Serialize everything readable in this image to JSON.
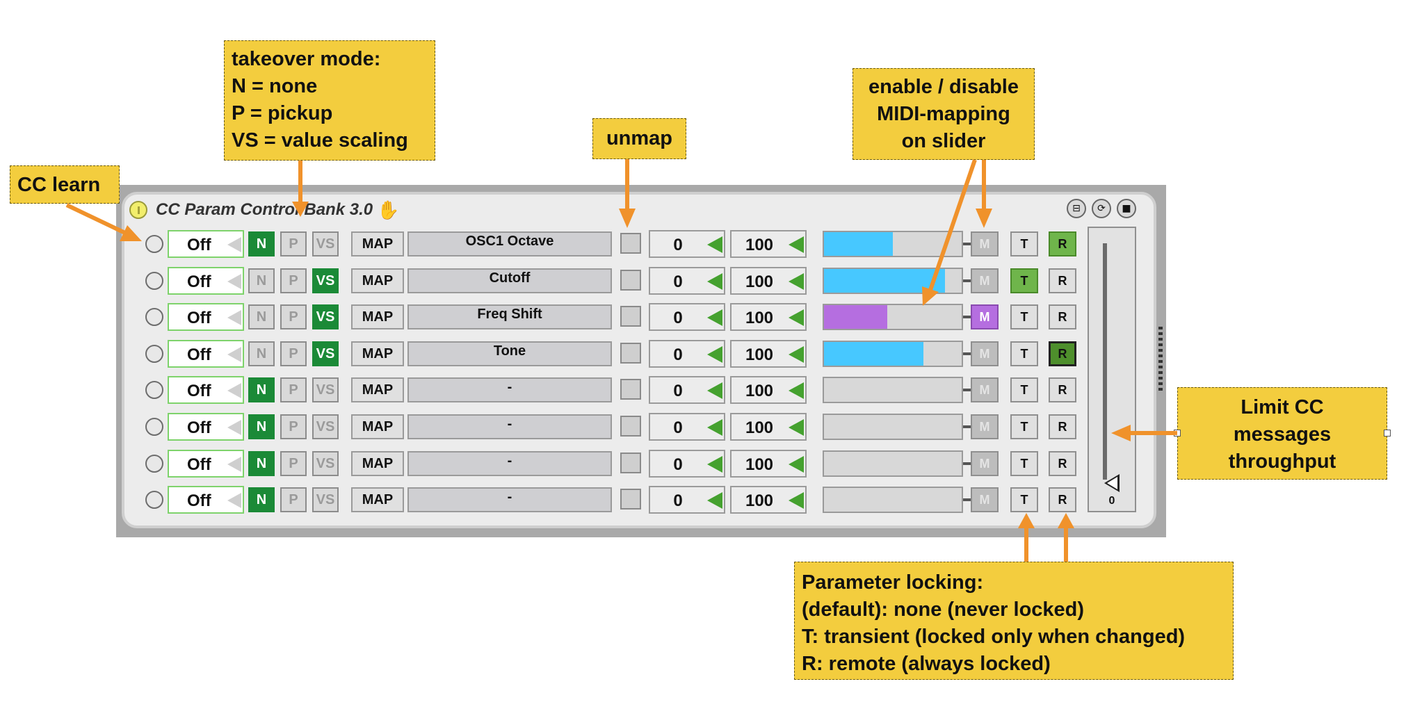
{
  "device": {
    "title": "CC Param Control Bank 3.0",
    "header_icons": [
      "fold-icon",
      "refresh-icon",
      "save-icon"
    ],
    "throughput": {
      "value": "0"
    }
  },
  "rows": [
    {
      "cc": "Off",
      "mode": "N",
      "map": "MAP",
      "param": "OSC1 Octave",
      "min": "0",
      "max": "100",
      "fill": 0.5,
      "fill_color": "#47c8ff",
      "m": "M",
      "m_on": false,
      "t": "T",
      "t_on": false,
      "r": "R",
      "r_state": "on"
    },
    {
      "cc": "Off",
      "mode": "VS",
      "map": "MAP",
      "param": "Cutoff",
      "min": "0",
      "max": "100",
      "fill": 0.88,
      "fill_color": "#47c8ff",
      "m": "M",
      "m_on": false,
      "t": "T",
      "t_on": true,
      "r": "R",
      "r_state": "off"
    },
    {
      "cc": "Off",
      "mode": "VS",
      "map": "MAP",
      "param": "Freq Shift",
      "min": "0",
      "max": "100",
      "fill": 0.46,
      "fill_color": "#b56ee0",
      "m": "M",
      "m_on": true,
      "t": "T",
      "t_on": false,
      "r": "R",
      "r_state": "off"
    },
    {
      "cc": "Off",
      "mode": "VS",
      "map": "MAP",
      "param": "Tone",
      "min": "0",
      "max": "100",
      "fill": 0.72,
      "fill_color": "#47c8ff",
      "m": "M",
      "m_on": false,
      "t": "T",
      "t_on": false,
      "r": "R",
      "r_state": "strong"
    },
    {
      "cc": "Off",
      "mode": "N",
      "map": "MAP",
      "param": "-",
      "min": "0",
      "max": "100",
      "fill": 0,
      "fill_color": "#47c8ff",
      "m": "M",
      "m_on": false,
      "t": "T",
      "t_on": false,
      "r": "R",
      "r_state": "off"
    },
    {
      "cc": "Off",
      "mode": "N",
      "map": "MAP",
      "param": "-",
      "min": "0",
      "max": "100",
      "fill": 0,
      "fill_color": "#47c8ff",
      "m": "M",
      "m_on": false,
      "t": "T",
      "t_on": false,
      "r": "R",
      "r_state": "off"
    },
    {
      "cc": "Off",
      "mode": "N",
      "map": "MAP",
      "param": "-",
      "min": "0",
      "max": "100",
      "fill": 0,
      "fill_color": "#47c8ff",
      "m": "M",
      "m_on": false,
      "t": "T",
      "t_on": false,
      "r": "R",
      "r_state": "off"
    },
    {
      "cc": "Off",
      "mode": "N",
      "map": "MAP",
      "param": "-",
      "min": "0",
      "max": "100",
      "fill": 0,
      "fill_color": "#47c8ff",
      "m": "M",
      "m_on": false,
      "t": "T",
      "t_on": false,
      "r": "R",
      "r_state": "off"
    }
  ],
  "mode_labels": [
    "N",
    "P",
    "VS"
  ],
  "callouts": {
    "cc_learn": [
      "CC learn"
    ],
    "takeover": [
      "takeover mode:",
      "N = none",
      "P = pickup",
      "VS = value scaling"
    ],
    "unmap": [
      "unmap"
    ],
    "enable_mapping": [
      "enable / disable",
      "MIDI-mapping",
      "on slider"
    ],
    "limit_cc": [
      "Limit CC",
      "messages",
      "throughput"
    ],
    "locking": [
      "Parameter locking:",
      "(default): none (never locked)",
      "T: transient (locked only when changed)",
      "R: remote (always locked)"
    ]
  },
  "colors": {
    "accent_orange": "#f0922b",
    "callout_yellow": "#f3cd3e",
    "mode_on_green": "#1b8a37"
  }
}
